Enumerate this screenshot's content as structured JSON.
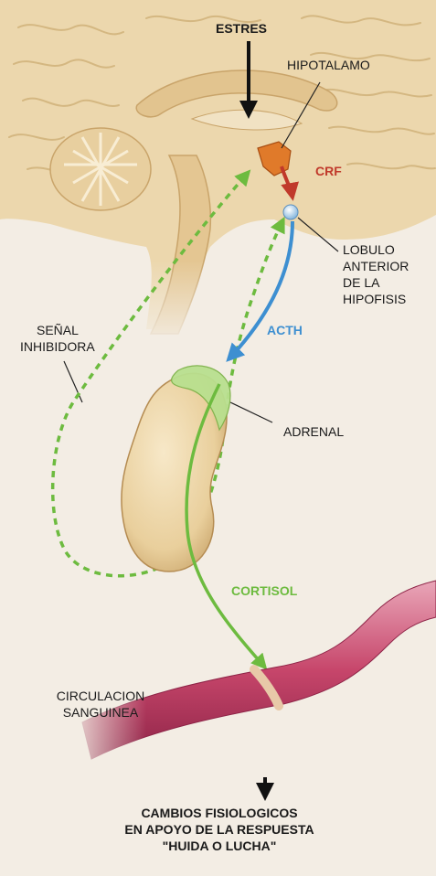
{
  "labels": {
    "estres": "ESTRES",
    "hipotalamo": "HIPOTALAMO",
    "crf": "CRF",
    "lobulo": [
      "LOBULO",
      "ANTERIOR",
      "DE LA",
      "HIPOFISIS"
    ],
    "senal": [
      "SEÑAL",
      "INHIBIDORA"
    ],
    "acth": "ACTH",
    "adrenal": "ADRENAL",
    "cortisol": "CORTISOL",
    "circulacion": [
      "CIRCULACION",
      "SANGUINEA"
    ],
    "cambios": [
      "CAMBIOS FISIOLOGICOS",
      "EN APOYO DE LA RESPUESTA",
      "\"HUIDA O LUCHA\""
    ]
  },
  "colors": {
    "background": "#f3ede4",
    "brain": "#ecd7ad",
    "crf": "#c0392b",
    "acth": "#3d8fd1",
    "cortisol": "#6dbb3f",
    "vessel": "#c7466b"
  }
}
